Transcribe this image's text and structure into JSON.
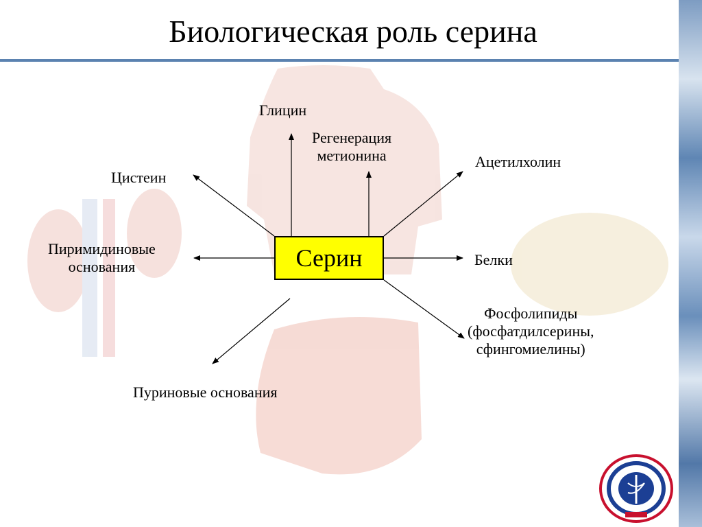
{
  "title": "Биологическая роль серина",
  "center": "Серин",
  "products": {
    "glycine": "Глицин",
    "methionine_regeneration_1": "Регенерация",
    "methionine_regeneration_2": "метионина",
    "cysteine": "Цистеин",
    "acetylcholine": "Ацетилхолин",
    "pyrimidine_1": "Пиримидиновые",
    "pyrimidine_2": "основания",
    "proteins": "Белки",
    "phospholipids_1": "Фосфолипиды",
    "phospholipids_2": "(фосфатдилсерины,",
    "phospholipids_3": "сфингомиелины)",
    "purine": "Пуриновые основания"
  },
  "colors": {
    "center_fill": "#ffff00",
    "title_rule": "#5b82b0",
    "background_art": "#e8b4a8"
  },
  "icons": [
    "university-seal-logo"
  ]
}
